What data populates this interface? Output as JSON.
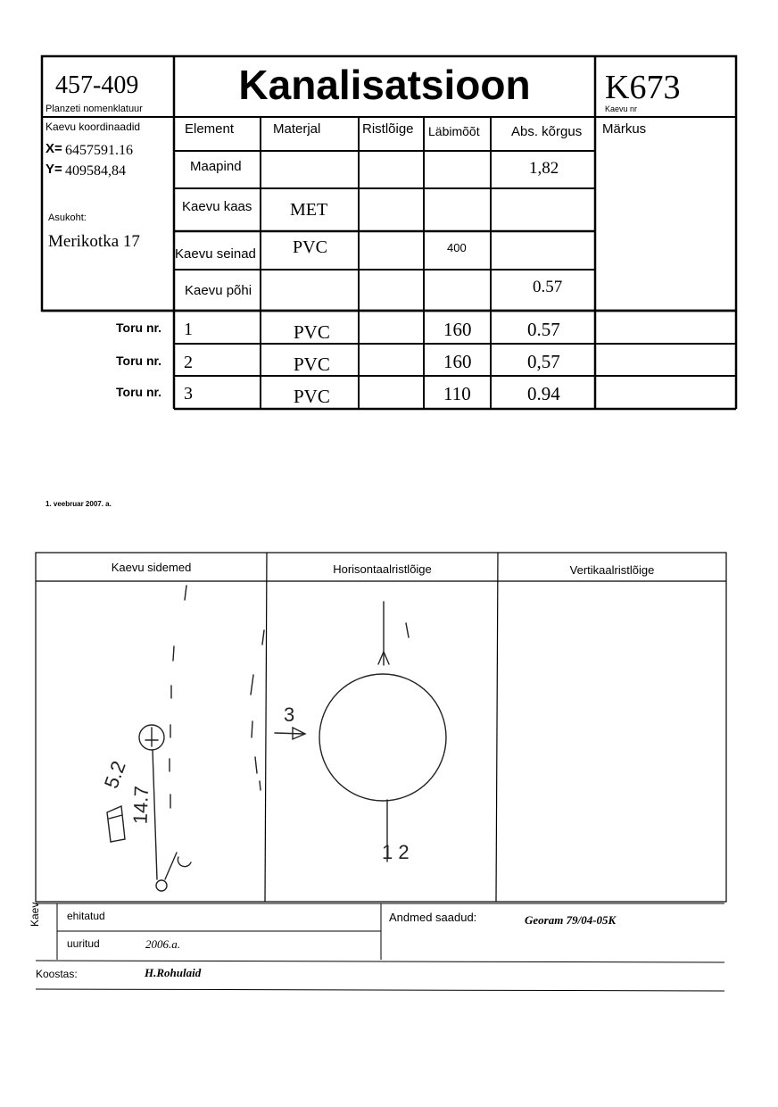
{
  "header": {
    "nomenclature_value": "457-409",
    "nomenclature_label": "Planzeti nomenklatuur",
    "title": "Kanalisatsioon",
    "well_number": "K673",
    "well_number_label": "Kaevu nr"
  },
  "coords": {
    "label": "Kaevu koordinaadid",
    "x_label": "X=",
    "x_value": "6457591.16",
    "y_label": "Y=",
    "y_value": "409584,84",
    "location_label": "Asukoht:",
    "location_value": "Merikotka 17"
  },
  "table": {
    "columns": [
      "Element",
      "Materjal",
      "Ristlõige",
      "Läbimõõt",
      "Abs. kõrgus",
      "Märkus"
    ],
    "rows": [
      {
        "element": "Maapind",
        "material": "",
        "cross": "",
        "diameter": "",
        "height": "1,82"
      },
      {
        "element": "Kaevu kaas",
        "material": "MET",
        "cross": "",
        "diameter": "",
        "height": ""
      },
      {
        "element": "Kaevu seinad",
        "material": "PVC",
        "cross": "",
        "diameter": "400",
        "height": ""
      },
      {
        "element": "Kaevu põhi",
        "material": "",
        "cross": "",
        "diameter": "",
        "height": "0.57"
      }
    ],
    "pipes": [
      {
        "label": "Toru nr.",
        "nr": "1",
        "material": "PVC",
        "diameter": "160",
        "height": "0.57"
      },
      {
        "label": "Toru nr.",
        "nr": "2",
        "material": "PVC",
        "diameter": "160",
        "height": "0,57"
      },
      {
        "label": "Toru nr.",
        "nr": "3",
        "material": "PVC",
        "diameter": "110",
        "height": "0.94"
      }
    ]
  },
  "date": "1. veebruar 2007. a.",
  "sketch": {
    "col1": "Kaevu sidemed",
    "col2": "Horisontaalristlõige",
    "col3": "Vertikaalristlõige",
    "hand_labels": {
      "dist1": "5.2",
      "dist2": "14.7",
      "pipe3": "3",
      "pipe2": "1 2"
    }
  },
  "footer": {
    "kaev_label": "Kaev",
    "built_label": "ehitatud",
    "built_value": "",
    "surveyed_label": "uuritud",
    "surveyed_value": "2006.a.",
    "data_from_label": "Andmed saadud:",
    "data_from_value": "Georam 79/04-05K",
    "compiled_label": "Koostas:",
    "compiled_value": "H.Rohulaid"
  }
}
